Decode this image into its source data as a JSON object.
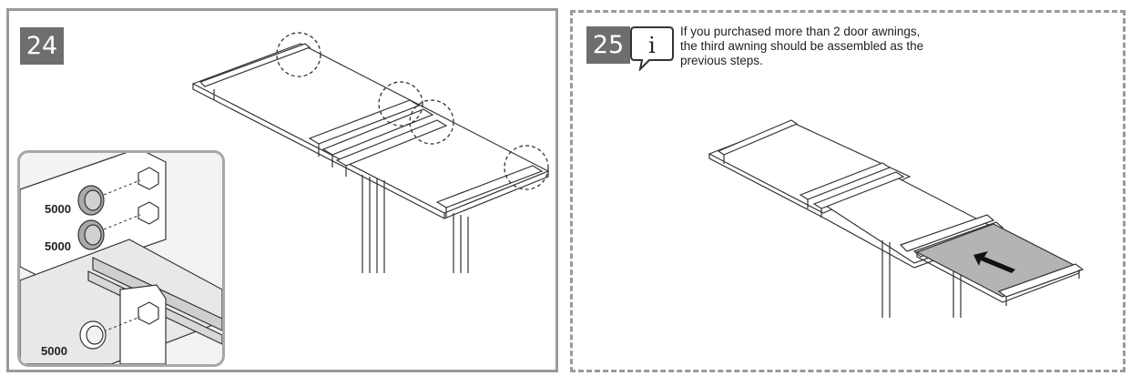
{
  "steps": {
    "left": {
      "number": "24",
      "inset": {
        "bolt_labels": [
          "5000",
          "5000",
          "5000"
        ]
      }
    },
    "right": {
      "number": "25",
      "info_icon": "info-icon",
      "note": "If you purchased more than 2 door awnings,\nthe third awning should be assembled as  the\nprevious steps."
    }
  },
  "colors": {
    "panel_border": "#9a9a9a",
    "badge_bg": "#6e6e6e",
    "highlight_awning": "#b4b4b4"
  }
}
